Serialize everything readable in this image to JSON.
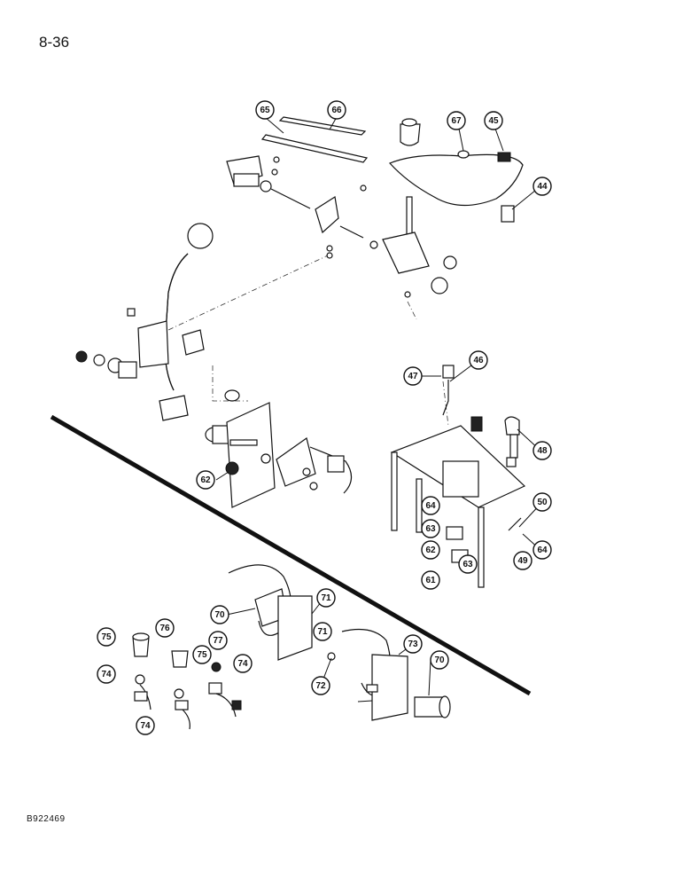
{
  "page_number": "8-36",
  "figure_code": "B922469",
  "callouts": [
    "65",
    "66",
    "67",
    "45",
    "44",
    "46",
    "47",
    "48",
    "50",
    "64",
    "63",
    "62",
    "63",
    "61",
    "49",
    "64",
    "62",
    "71",
    "70",
    "73",
    "70",
    "71",
    "72",
    "76",
    "75",
    "77",
    "75",
    "74",
    "74",
    "74"
  ]
}
